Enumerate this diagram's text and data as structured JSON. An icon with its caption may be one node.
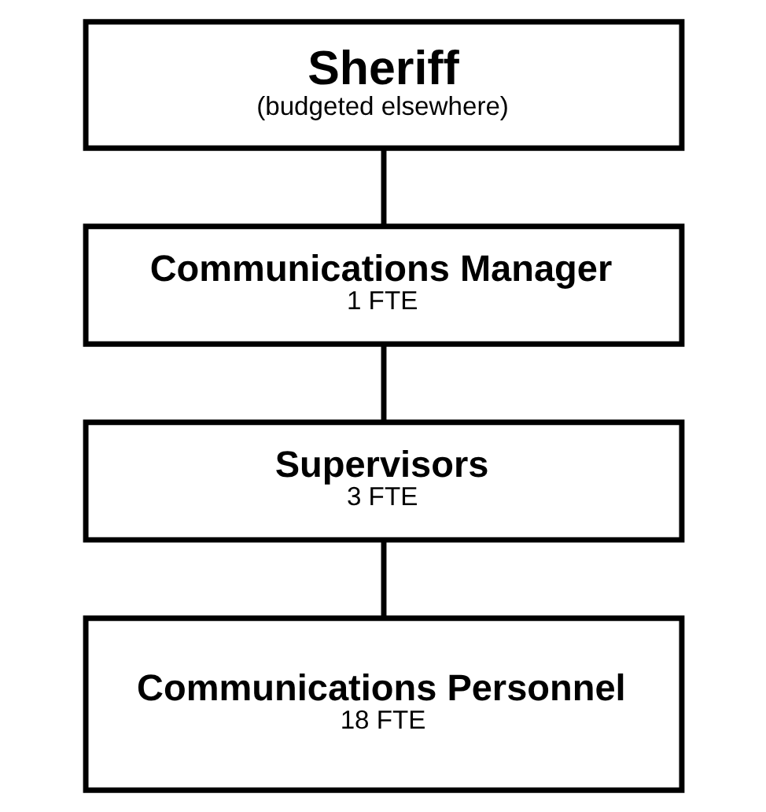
{
  "diagram": {
    "nodes": [
      {
        "text": [
          "Sheriff",
          "(budgeted elsewhere)"
        ]
      },
      {
        "text": [
          "Communications Manager",
          "1 FTE"
        ]
      },
      {
        "text": [
          "Supervisors",
          "3 FTE"
        ]
      },
      {
        "text": [
          "Communications Personnel",
          "18 FTE"
        ]
      }
    ],
    "edges": [
      {
        "from": 0,
        "to": 1,
        "arrow": "none"
      },
      {
        "from": 1,
        "to": 2,
        "arrow": "none"
      },
      {
        "from": 2,
        "to": 3,
        "arrow": "none"
      }
    ]
  }
}
